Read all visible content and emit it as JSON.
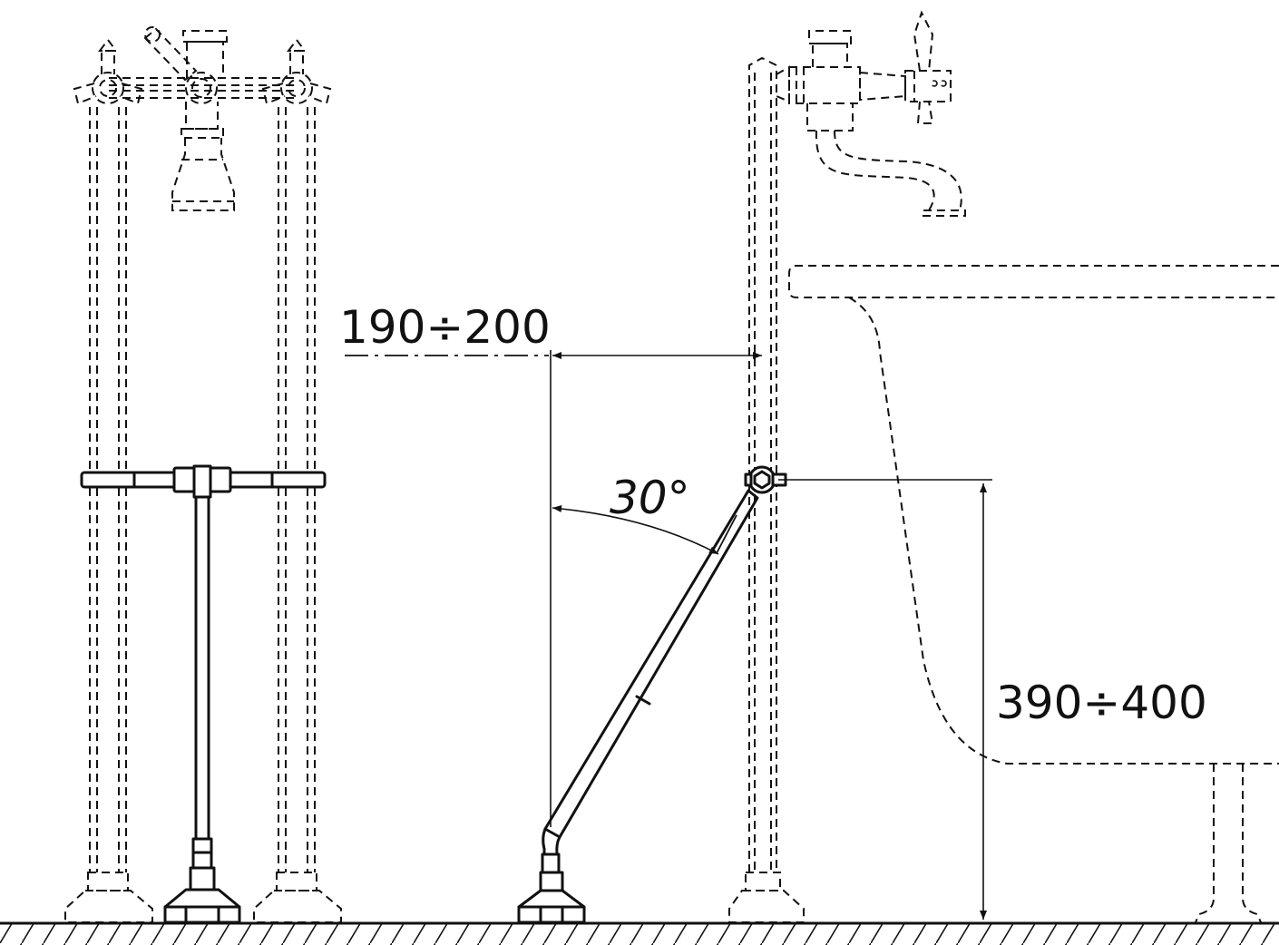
{
  "dimensions": {
    "horizontal_gap": "190÷200",
    "support_height": "390÷400",
    "support_angle": "30°"
  },
  "colors": {
    "line": "#111111",
    "background": "#ffffff"
  }
}
